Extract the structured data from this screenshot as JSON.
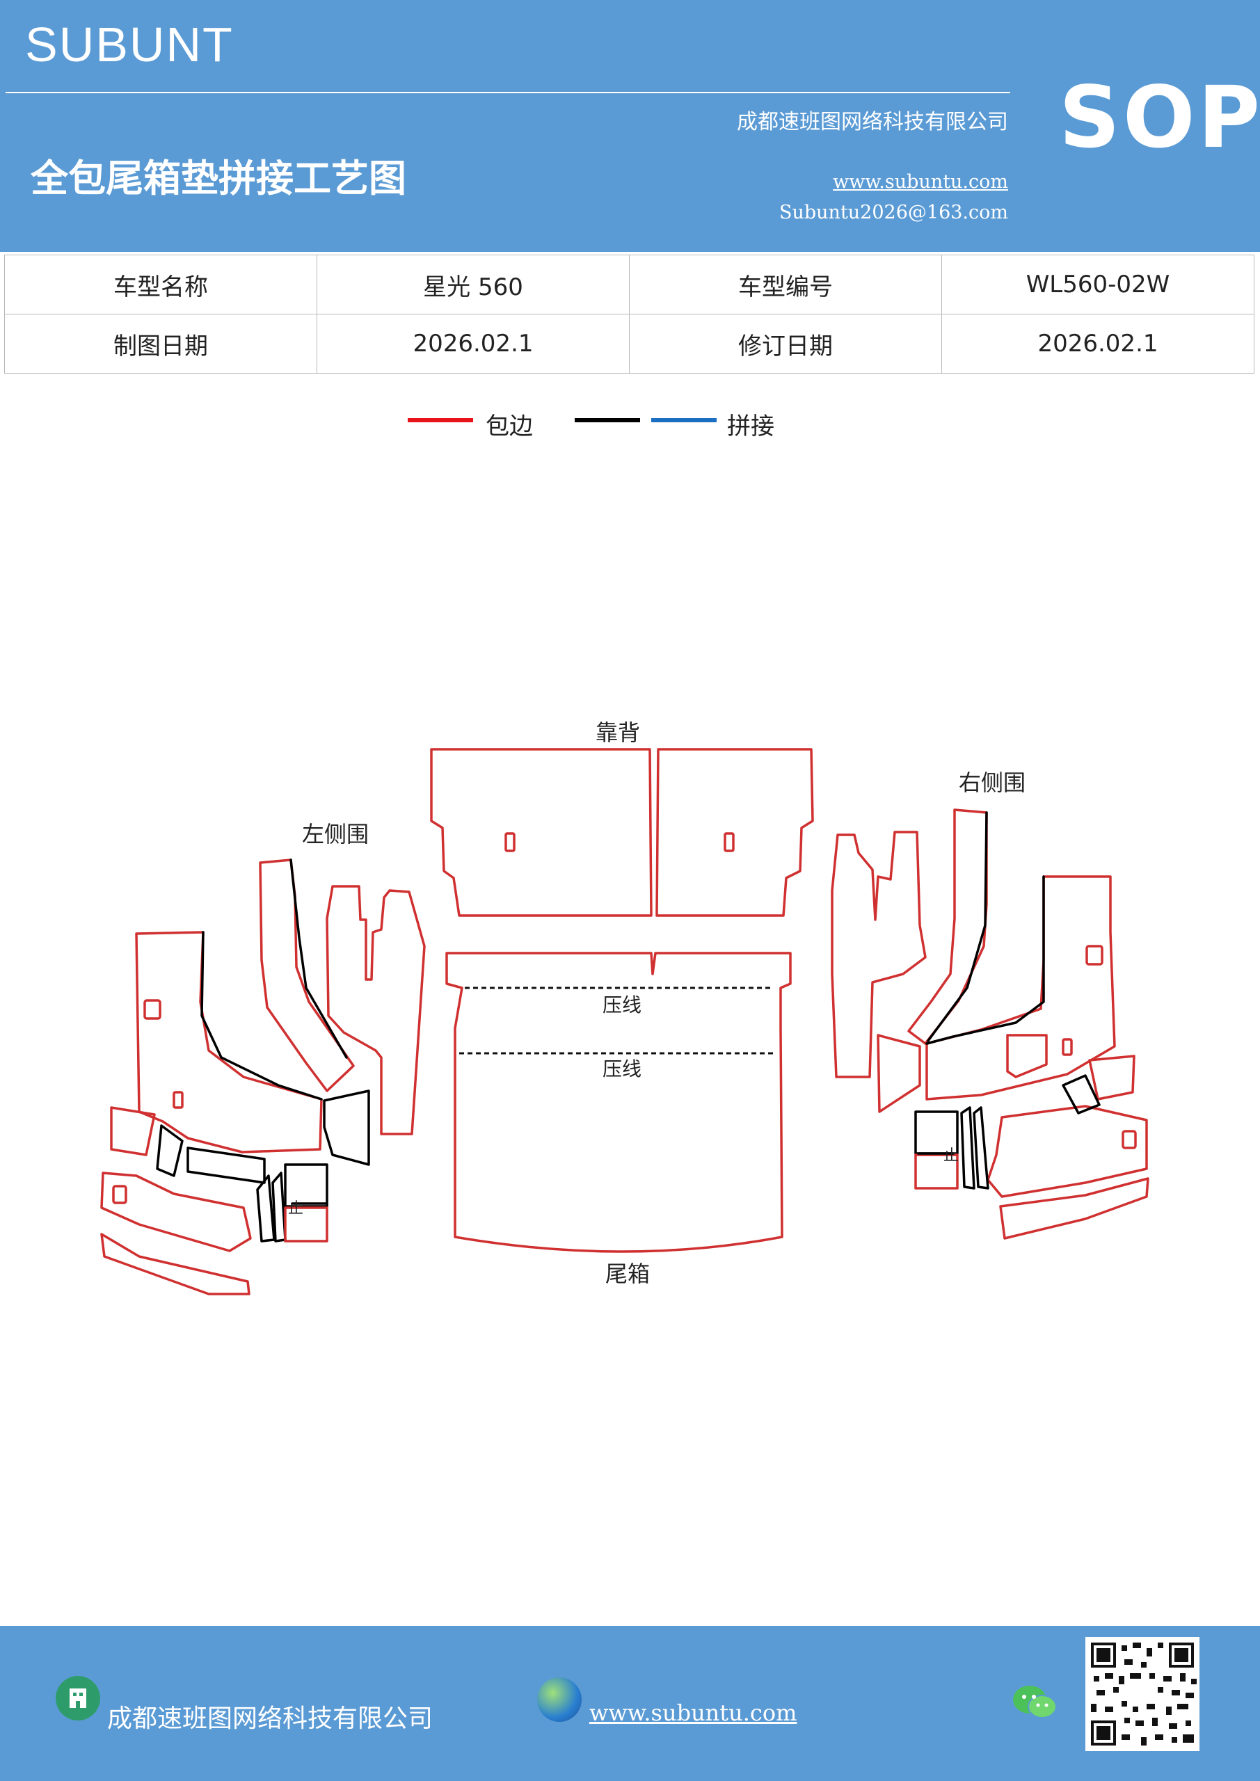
{
  "header": {
    "brand": "SUBUNT",
    "title": "全包尾箱垫拼接工艺图",
    "company": "成都速班图网络科技有限公司",
    "website": "www.subuntu.com",
    "email": "Subuntu2026@163.com",
    "badge": "SOP"
  },
  "info_table": {
    "model_name_label": "车型名称",
    "model_name_value": "星光 560",
    "model_code_label": "车型编号",
    "model_code_value": "WL560-02W",
    "draw_date_label": "制图日期",
    "draw_date_value": "2026.02.1",
    "revise_date_label": "修订日期",
    "revise_date_value": "2026.02.1"
  },
  "legend": {
    "edge_label": "包边",
    "splice_label": "拼接",
    "edge_color": "#e8141c",
    "black_color": "#000000",
    "splice_color": "#1a6fc2"
  },
  "diagram": {
    "backrest": "靠背",
    "left_side": "左侧围",
    "right_side": "右侧围",
    "press_line_1": "压线",
    "press_line_2": "压线",
    "trunk": "尾箱",
    "stop_left": "止",
    "stop_right": "止",
    "outline_color": "#d03030"
  },
  "footer": {
    "company": "成都速班图网络科技有限公司",
    "website": "www.subuntu.com"
  }
}
